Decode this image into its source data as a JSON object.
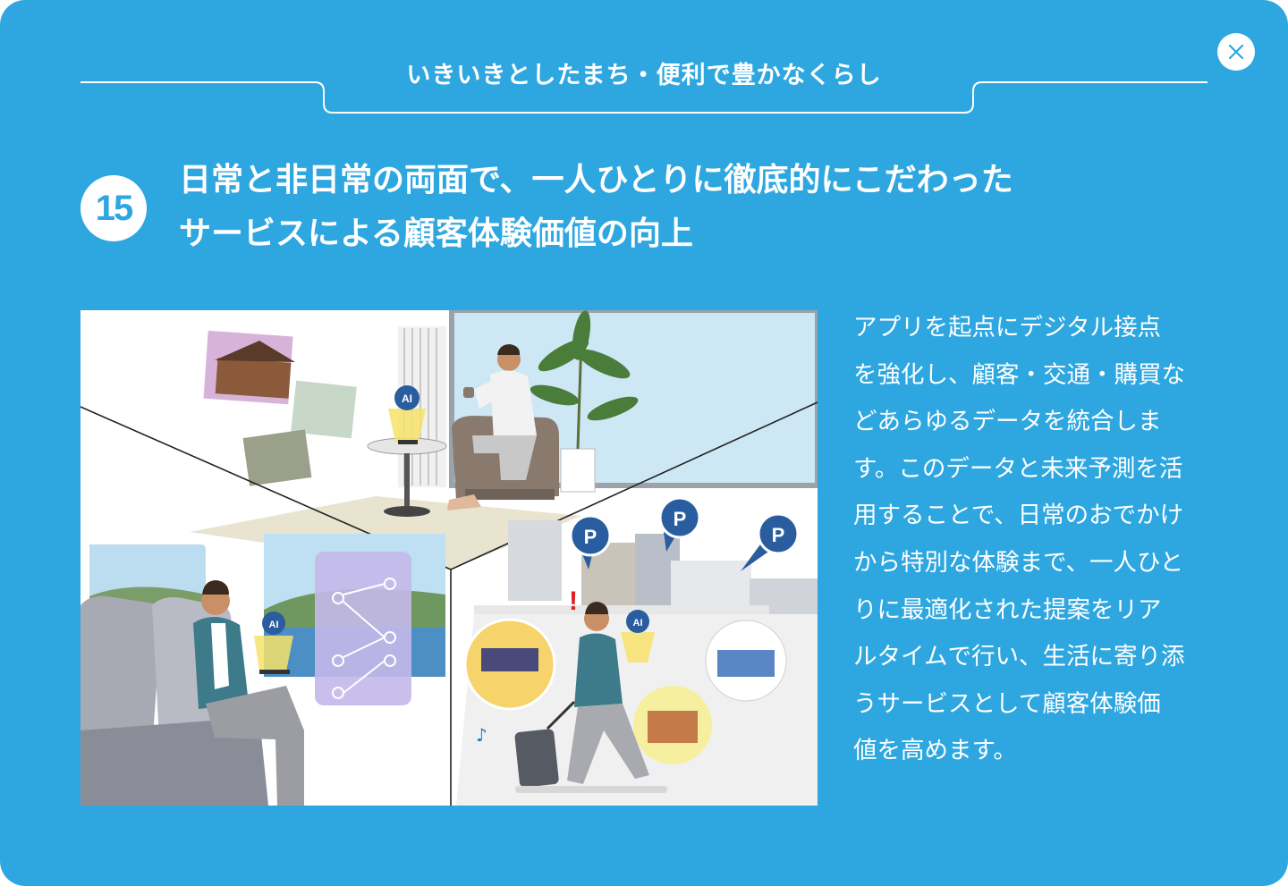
{
  "modal": {
    "background_color": "#2ea7e0",
    "close_icon": "close-icon"
  },
  "category": {
    "title": "いきいきとしたまち・便利で豊かなくらし"
  },
  "item": {
    "number": "15",
    "title_lines": [
      "日常と非日常の両面で、一人ひとりに徹底的にこだわった",
      "サービスによる顧客体験価値の向上"
    ]
  },
  "illustration": {
    "ai_badge": "AI",
    "parking_badge": "P",
    "exclamation": "!",
    "music_note": "♪"
  },
  "description": {
    "lines": [
      "アプリを起点にデジタル接点",
      "を強化し、顧客・交通・購買な",
      "どあらゆるデータを統合しま",
      "す。このデータと未来予測を活",
      "用することで、日常のおでかけ",
      "から特別な体験まで、一人ひと",
      "りに最適化された提案をリア",
      "ルタイムで行い、生活に寄り添",
      "うサービスとして顧客体験価",
      "値を高めます。"
    ]
  }
}
